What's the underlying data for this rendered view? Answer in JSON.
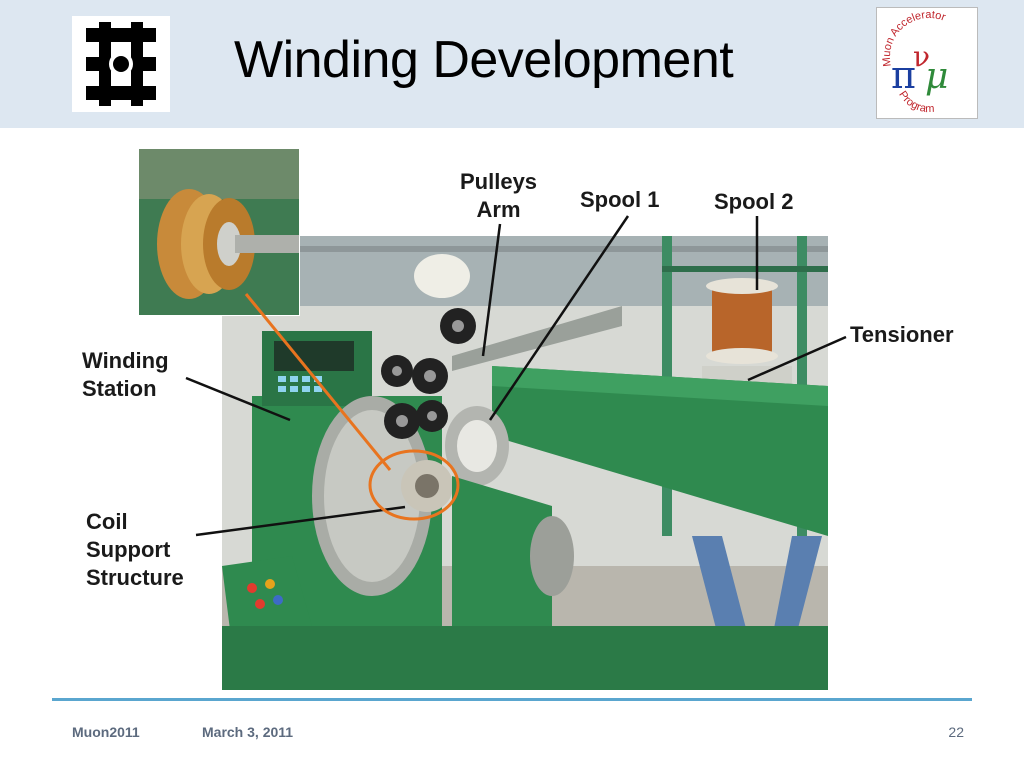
{
  "slide": {
    "title": "Winding Development",
    "labels": {
      "pulleys_arm": [
        "Pulleys",
        "Arm"
      ],
      "spool1": "Spool 1",
      "spool2": "Spool 2",
      "tensioner": "Tensioner",
      "winding_station": [
        "Winding",
        "Station"
      ],
      "coil_support": [
        "Coil",
        "Support",
        "Structure"
      ]
    },
    "map_logo_text": "Muon Accelerator Program"
  },
  "footer": {
    "conference": "Muon2011",
    "date": "March 3, 2011",
    "page": "22"
  },
  "colors": {
    "header_bg": "#dde7f1",
    "footer_rule": "#5aa6cf",
    "footer_text": "#5c6a7e",
    "machine_green": "#2f8a4f",
    "highlight": "#e8741f"
  }
}
